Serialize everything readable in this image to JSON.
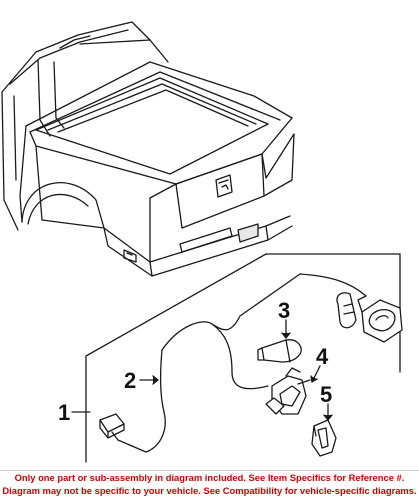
{
  "diagram": {
    "callouts": [
      {
        "id": "1",
        "label": "1"
      },
      {
        "id": "2",
        "label": "2"
      },
      {
        "id": "3",
        "label": "3"
      },
      {
        "id": "4",
        "label": "4"
      },
      {
        "id": "5",
        "label": "5"
      }
    ]
  },
  "footer": {
    "line1": "Only one part or sub-assembly in diagram included. See Item Specifics for Reference #.",
    "line2": "Diagram may not be specific to your vehicle. See Compatibility for vehicle-specific diagrams.",
    "text_color": "#d10000"
  }
}
